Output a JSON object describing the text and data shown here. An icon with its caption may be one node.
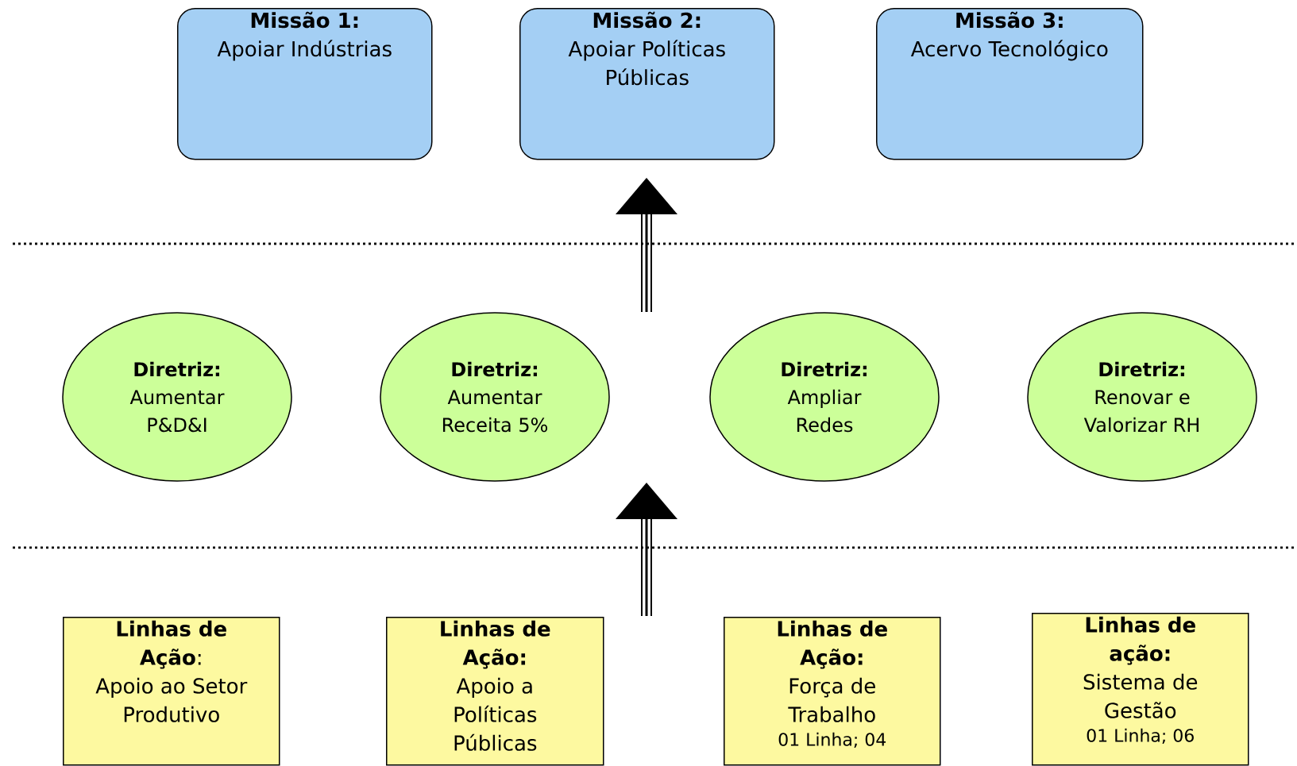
{
  "diagram": {
    "nodes": [
      {
        "text": [
          "Missão 1:",
          "Apoiar Indústrias"
        ]
      },
      {
        "text": [
          "Missão 2:",
          "Apoiar Políticas Públicas"
        ]
      },
      {
        "text": [
          "Missão 3:",
          "Acervo Tecnológico"
        ]
      },
      {
        "text": [
          "Diretriz:",
          "Aumentar P&D&I"
        ]
      },
      {
        "text": [
          "Diretriz:",
          "Aumentar Receita 5%"
        ]
      },
      {
        "text": [
          "Diretriz:",
          "Ampliar Redes"
        ]
      },
      {
        "text": [
          "Diretriz:",
          "Renovar e Valorizar RH"
        ]
      },
      {
        "text": [
          "**Linhas de Ação**:",
          "Apoio ao Setor Produtivo"
        ]
      },
      {
        "text": [
          "Linhas de Ação:",
          "Apoio a Políticas Públicas"
        ]
      },
      {
        "text": [
          "Linhas de Ação:",
          "Força de Trabalho",
          "01 Linha; 04"
        ]
      },
      {
        "text": [
          "Linhas de ação:",
          "Sistema de Gestão",
          "01 Linha; 06"
        ]
      }
    ]
  }
}
